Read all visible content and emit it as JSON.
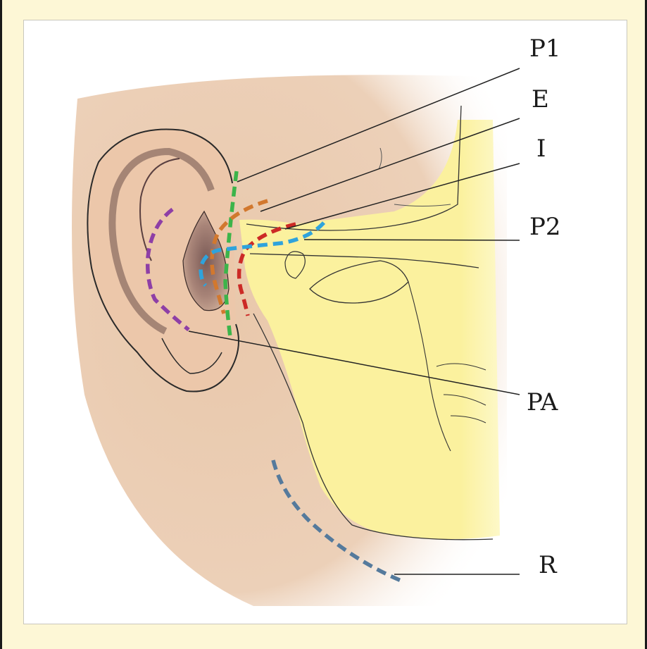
{
  "figure": {
    "labels": {
      "p1": "P1",
      "e": "E",
      "i": "I",
      "p2": "P2",
      "pa": "PA",
      "r": "R"
    }
  },
  "colors": {
    "page_background": "#fdf7d6",
    "skin": "#e7c3a6",
    "bone": "#fbf19e",
    "p1_line": "#3cb44a",
    "e_line": "#d2782e",
    "i_line": "#cc2a26",
    "p2_line": "#2fa3dc",
    "pa_line": "#8e3fa6",
    "r_line": "#557a9c"
  }
}
